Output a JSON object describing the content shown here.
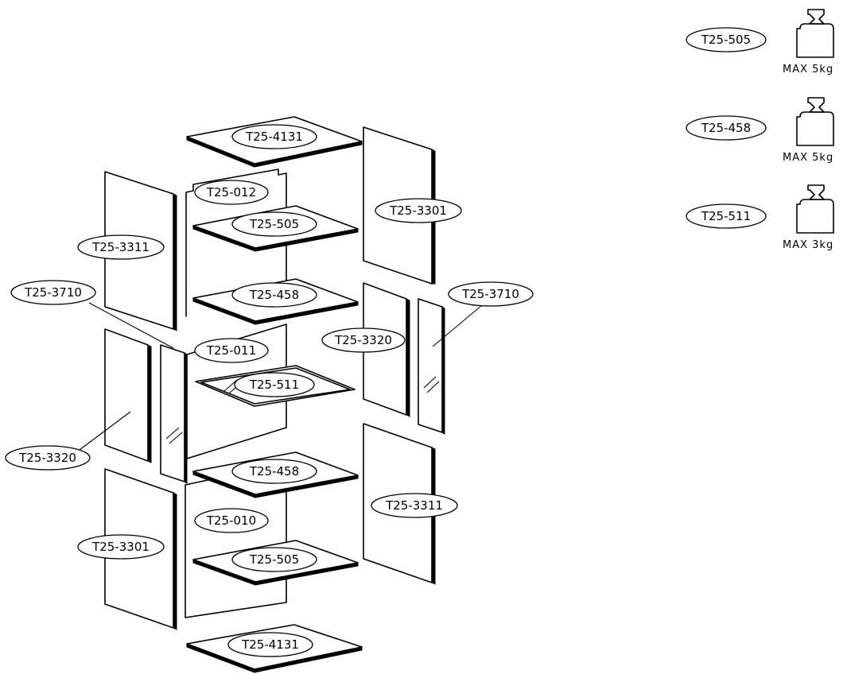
{
  "parts": {
    "top_cover": "T25-4131",
    "bottom_cover": "T25-4131",
    "upper_body": "T25-012",
    "middle_body": "T25-011",
    "lower_body": "T25-010",
    "upper_shelf_top": "T25-505",
    "upper_shelf_bottom": "T25-458",
    "glass_shelf": "T25-511",
    "lower_shelf_top": "T25-458",
    "lower_shelf_bottom": "T25-505",
    "left_upper_side": "T25-3311",
    "left_lower_side": "T25-3301",
    "right_upper_side": "T25-3301",
    "right_lower_side": "T25-3311",
    "left_door": "T25-3320",
    "left_glass_door": "T25-3710",
    "right_door": "T25-3320",
    "right_glass_door": "T25-3710"
  },
  "load_legend": [
    {
      "part": "T25-505",
      "max": "MAX 5kg"
    },
    {
      "part": "T25-458",
      "max": "MAX 5kg"
    },
    {
      "part": "T25-511",
      "max": "MAX 3kg"
    }
  ]
}
